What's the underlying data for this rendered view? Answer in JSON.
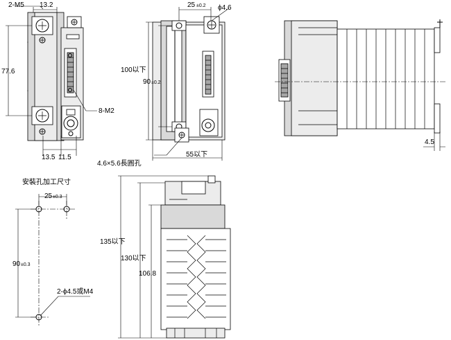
{
  "labels": {
    "m5": "2-M5",
    "d13_2": "13.2",
    "d77_6": "77.6",
    "m2": "8-M2",
    "d13_5": "13.5",
    "d11_5": "11.5",
    "d25": "25",
    "tol02": "±0.2",
    "phi46": "ϕ4.6",
    "d100": "100以下",
    "d90": "90",
    "slot": "4.6×5.6長圓孔",
    "d55": "55以下",
    "d4_5": "4.5",
    "hole_title": "安裝孔加工尺寸",
    "tol03": "±0.3",
    "holes": "2-ϕ4.5或M4",
    "d135": "135以下",
    "d130": "130以下",
    "d106_8": "106.8"
  }
}
